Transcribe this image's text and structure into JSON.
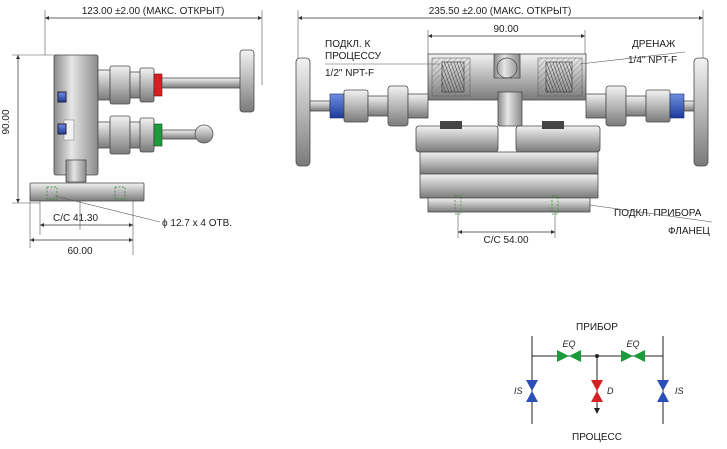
{
  "side_view": {
    "overall_width": "123.00 ±2.00 (МАКС. ОТКРЫТ)",
    "height": "90.00",
    "center_distance": "C/C 41.30",
    "holes": "ϕ 12.7 x 4 ОТВ.",
    "base_width": "60.00"
  },
  "front_view": {
    "overall_width": "235.50 ±2.00 (МАКС. ОТКРЫТ)",
    "body_width": "90.00",
    "process_conn_line1": "ПОДКЛ. К",
    "process_conn_line2": "ПРОЦЕССУ",
    "process_conn_line3": "1/2\" NPT-F",
    "drain_line1": "ДРЕНАЖ",
    "drain_line2": "1/4\" NPT-F",
    "instrument_conn_line1": "ПОДКЛ. ПРИБОРА",
    "instrument_conn_line2": "ФЛАНЕЦ",
    "center_distance": "C/C 54.00"
  },
  "schematic": {
    "top_label": "ПРИБОР",
    "bottom_label": "ПРОЦЕСС",
    "eq_left": "EQ",
    "eq_right": "EQ",
    "drain": "D",
    "is_left": "IS",
    "is_right": "IS"
  },
  "colors": {
    "equalize_valve": "#1e9a3a",
    "drain_valve": "#d32020",
    "isolate_valve": "#2a4fb8",
    "steel": "#b8b8b8"
  }
}
